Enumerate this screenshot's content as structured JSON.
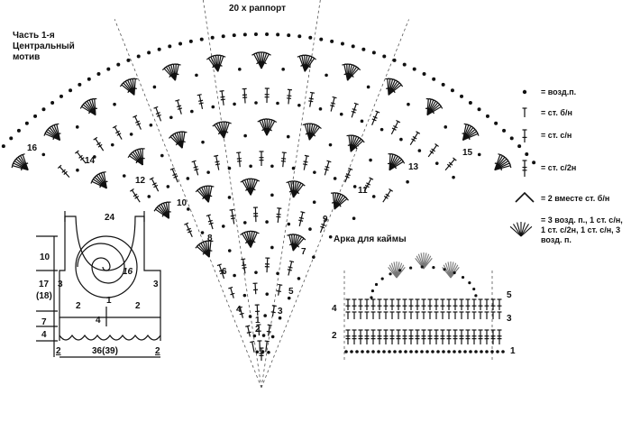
{
  "motif": {
    "title": "Часть 1-я\nЦентральный\nмотив",
    "repeat_label": "20 х раппорт",
    "row_numbers": [
      "1",
      "2",
      "3",
      "4",
      "5",
      "6",
      "7",
      "8",
      "9",
      "10",
      "11",
      "12",
      "13",
      "14",
      "15",
      "16"
    ]
  },
  "arch": {
    "title": "Арка для каймы",
    "row_numbers": [
      "1",
      "2",
      "3",
      "4",
      "5"
    ]
  },
  "legend": [
    {
      "symbol": "chain-icon",
      "text": "= возд.п."
    },
    {
      "symbol": "single-crochet-icon",
      "text": "= ст. б/н"
    },
    {
      "symbol": "double-crochet-icon",
      "text": "= ст. с/н"
    },
    {
      "symbol": "treble-crochet-icon",
      "text": "= ст. с/2н"
    },
    {
      "symbol": "sc2tog-icon",
      "text": "= 2 вместе ст. б/н"
    },
    {
      "symbol": "fan-icon",
      "text": "= 3 возд. п., 1 ст. с/н, 1 ст. с/2н, 1 ст. с/н, 3 возд. п."
    }
  ],
  "schematic": {
    "top_width": "24",
    "left_labels": [
      "10",
      "17",
      "(18)",
      "3",
      "7",
      "4"
    ],
    "right_label": "3",
    "inner_labels": [
      "2",
      "2",
      "1",
      "4"
    ],
    "circle_label": "16",
    "bottom_labels": [
      "2",
      "36(39)",
      "2"
    ]
  }
}
